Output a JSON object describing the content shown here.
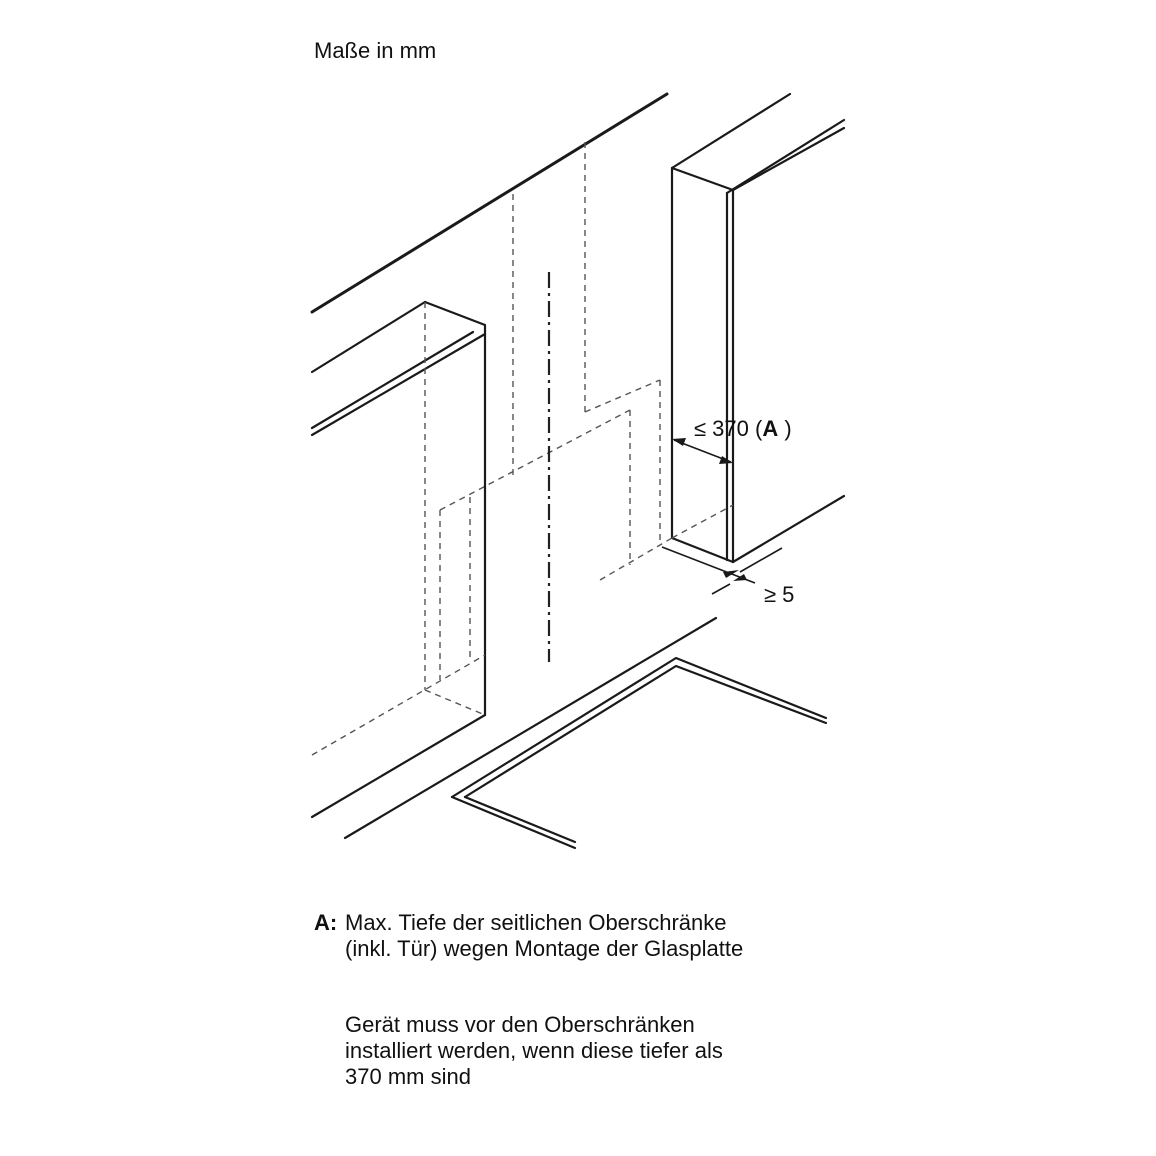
{
  "units_label": "Maße in mm",
  "dimension_depth": {
    "prefix": "≤ 370 (",
    "key": "A",
    "suffix": " )"
  },
  "dimension_gap": "≥ 5",
  "legend": {
    "key": "A:",
    "line1": "Max. Tiefe der seitlichen Oberschränke",
    "line2": "(inkl. Tür) wegen Montage der Glasplatte"
  },
  "note": {
    "line1": "Gerät muss vor den Oberschränken",
    "line2": "installiert werden, wenn diese tiefer als",
    "line3": "370 mm sind"
  }
}
